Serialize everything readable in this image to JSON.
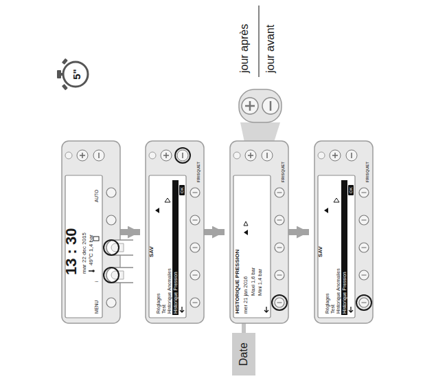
{
  "diagram": {
    "nodes": [
      {
        "text": [
          "13 : 30",
          "mar 22 dec 2015",
          "49°C 1,4 bar",
          "MENU",
          "i",
          "AUTO"
        ]
      },
      {
        "text": [
          "SAV",
          "Réglages",
          "Test",
          "Historique Anomalies",
          "Historique Pression",
          "OK",
          "FRISQUET"
        ]
      },
      {
        "text": [
          "HISTORIQUE PRESSION",
          "mer 21 jan 2016",
          "Maxi 1,6 bar",
          "Mini 1,4 bar",
          "FRISQUET"
        ]
      },
      {
        "text": [
          "SAV",
          "Réglages",
          "Test",
          "Historique Anomalies",
          "Historique Pression",
          "OK",
          "FRISQUET"
        ]
      },
      {
        "text": [
          "Date"
        ]
      }
    ],
    "edges": [
      {
        "from": 0,
        "to": 1,
        "arrow": "to"
      },
      {
        "from": 1,
        "to": 2,
        "arrow": "to"
      },
      {
        "from": 2,
        "to": 3,
        "arrow": "to"
      },
      {
        "from": 4,
        "to": 2,
        "arrow": "none"
      }
    ],
    "labels": [
      "5\"",
      "jour après",
      "jour avant"
    ]
  }
}
